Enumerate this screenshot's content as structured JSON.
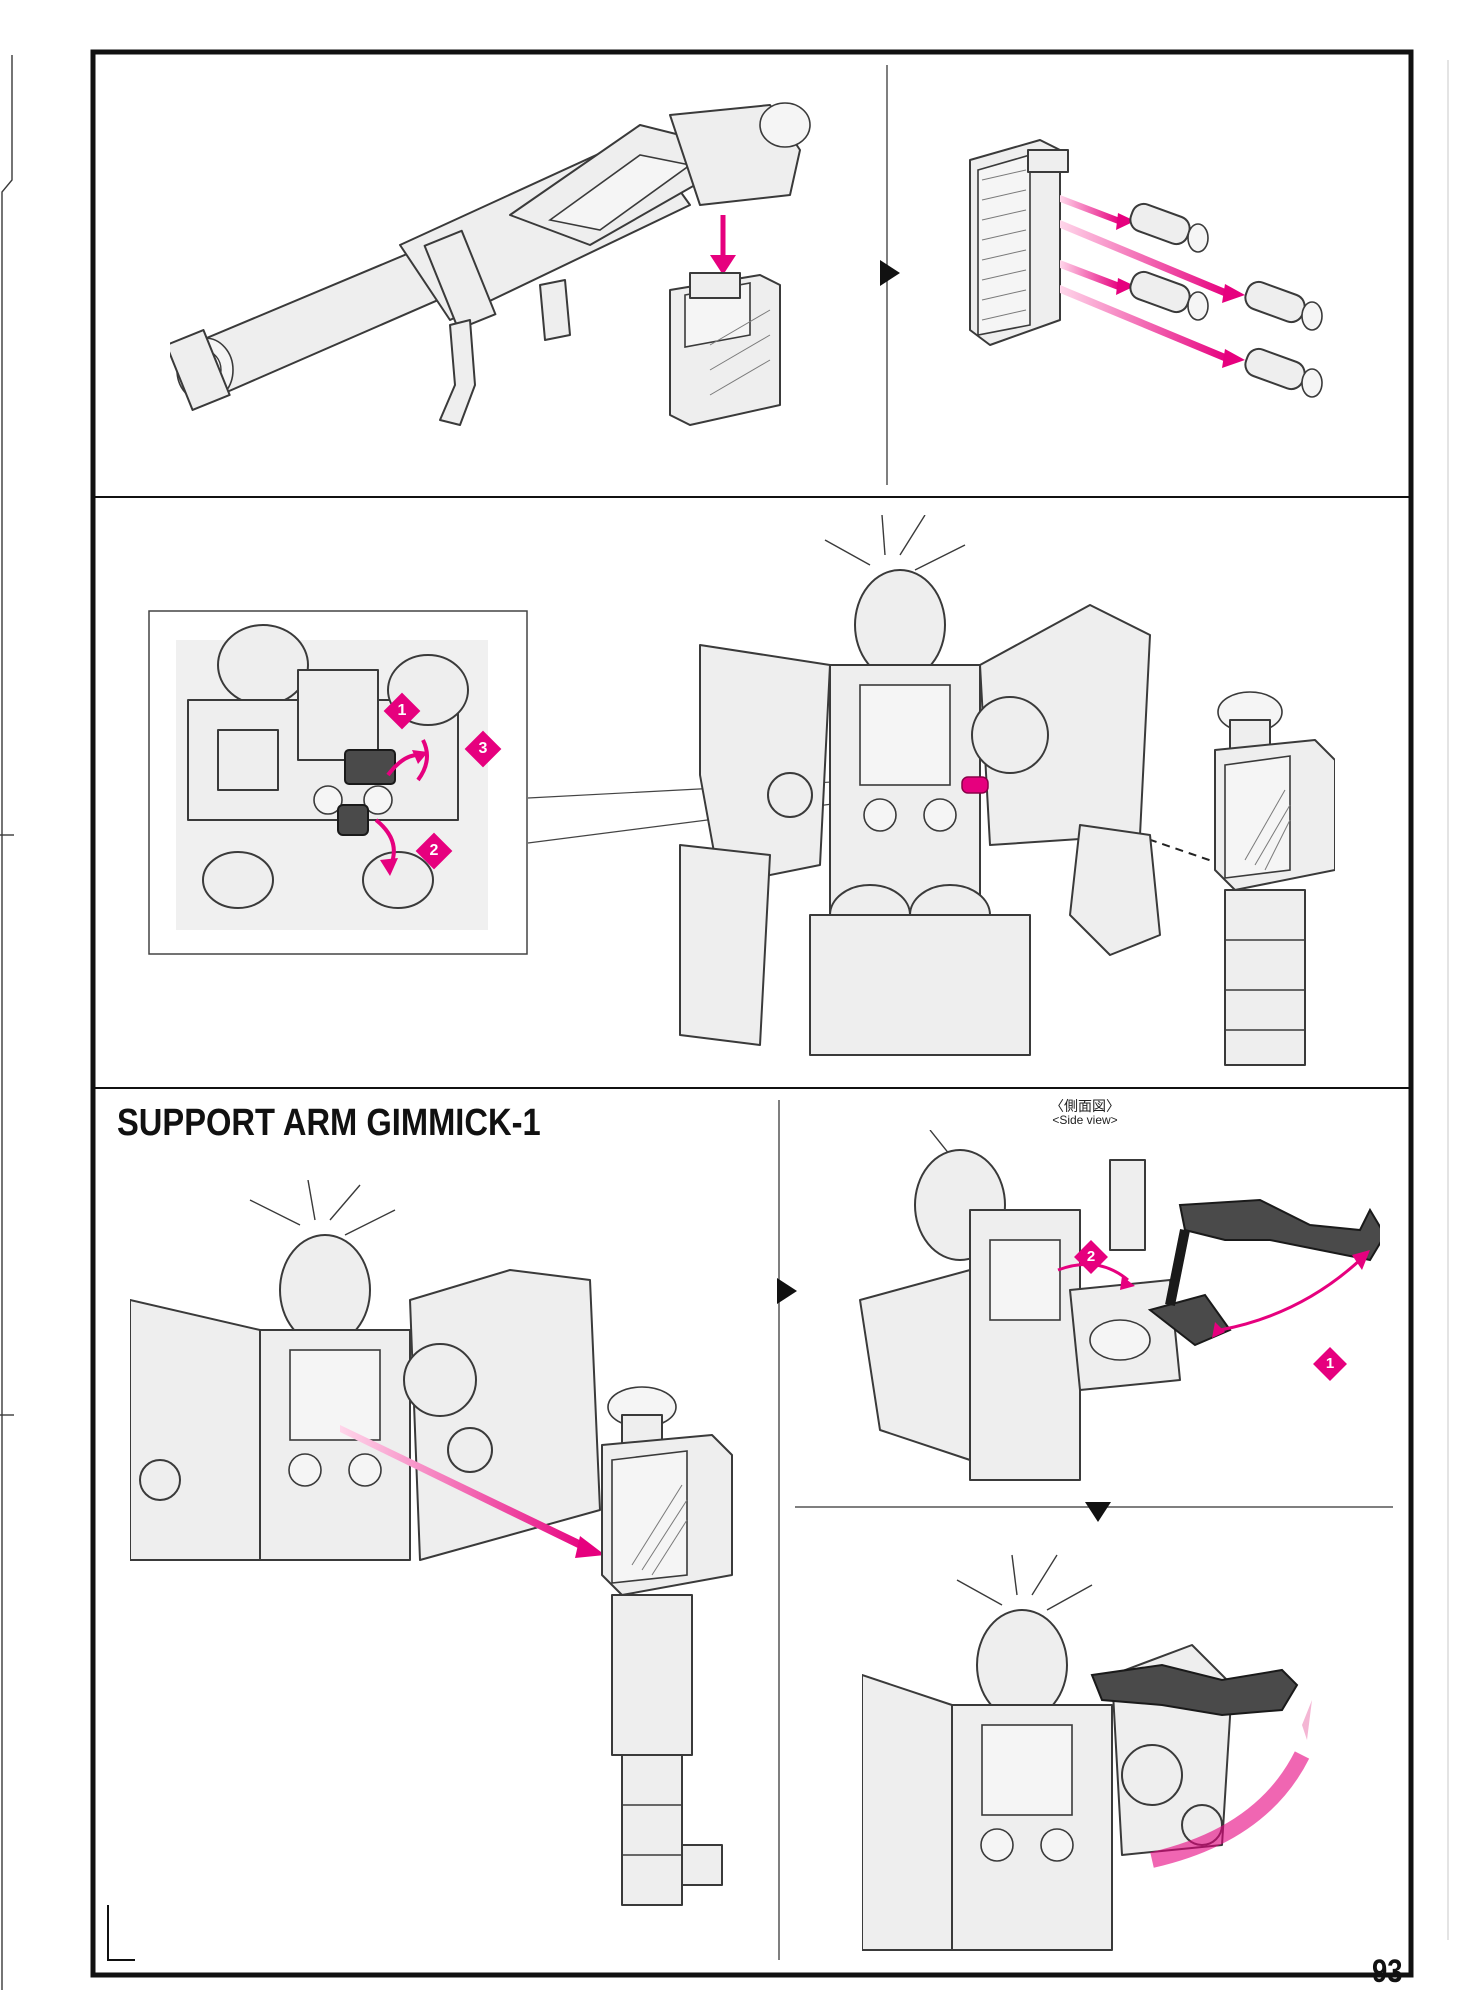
{
  "page": {
    "number": "93"
  },
  "sections": {
    "gimmick_heading": "SUPPORT ARM GIMMICK-1",
    "side_view_jp": "〈側面図〉",
    "side_view_en": "<Side view>"
  },
  "step_markers": {
    "detail_inset": [
      "1",
      "2",
      "3"
    ],
    "side_view": [
      "1",
      "2"
    ]
  },
  "colors": {
    "accent": "#e6007e",
    "frame": "#111111",
    "part_fill": "#eeeeee",
    "part_dark": "#4a4a4a"
  },
  "icons": {
    "flow_arrow": "right-triangle-icon",
    "flow_arrow_down": "down-triangle-icon"
  }
}
